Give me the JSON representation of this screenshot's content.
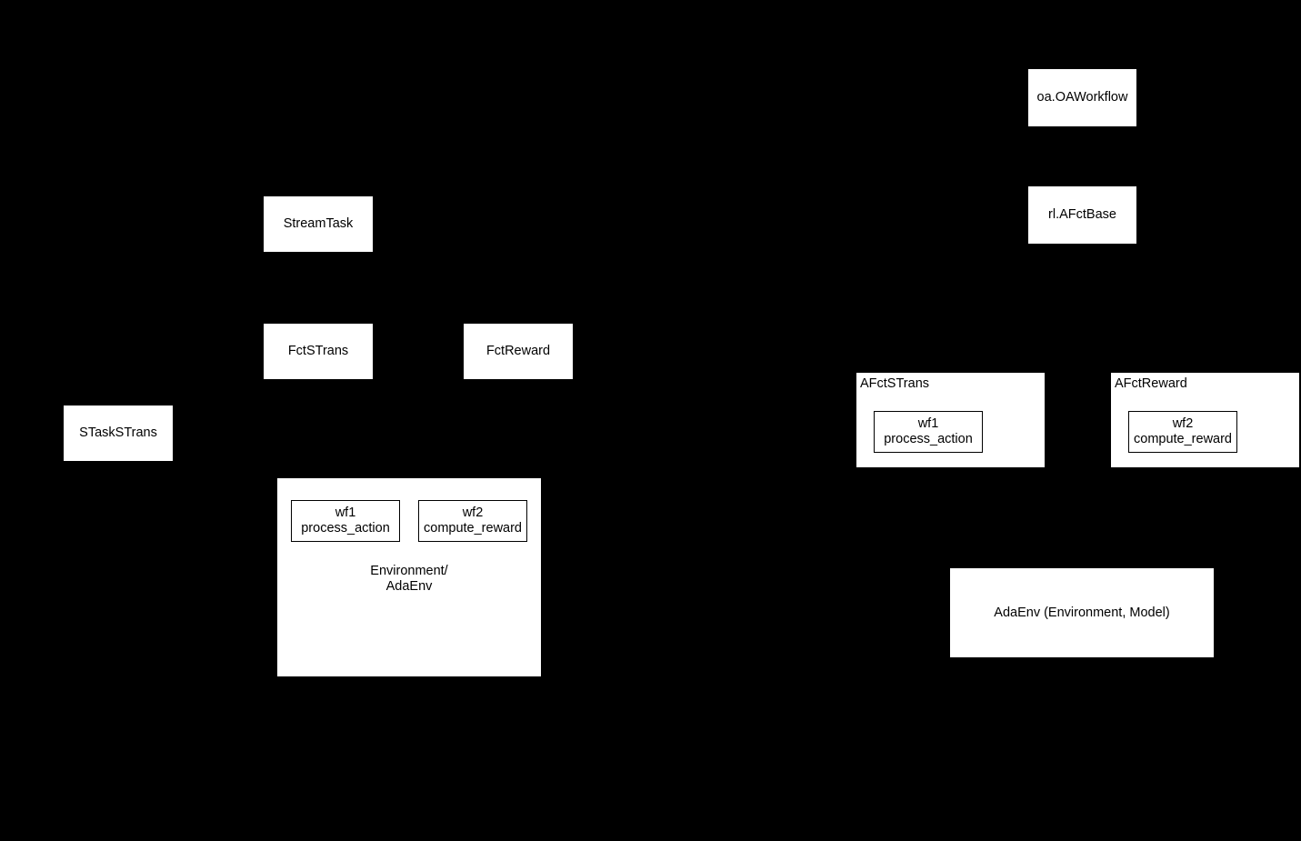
{
  "diagram": {
    "background_color": "#000000",
    "node_fill_color": "#ffffff",
    "node_text_color": "#000000",
    "node_border_color": "#000000"
  },
  "nodes": {
    "oa_workflow": {
      "label": "oa.OAWorkflow"
    },
    "rl_afctbase": {
      "label": "rl.AFctBase"
    },
    "stream_task": {
      "label": "StreamTask"
    },
    "fct_strans": {
      "label": "FctSTrans"
    },
    "fct_reward": {
      "label": "FctReward"
    },
    "stask_strans": {
      "label": "STaskSTrans"
    },
    "environment_adaenv": {
      "label": "Environment/\nAdaEnv",
      "children": [
        {
          "label": "wf1\nprocess_action"
        },
        {
          "label": "wf2\ncompute_reward"
        }
      ]
    },
    "afct_strans": {
      "label": "AFctSTrans",
      "children": [
        {
          "label": "wf1\nprocess_action"
        }
      ]
    },
    "afct_reward": {
      "label": "AFctReward",
      "children": [
        {
          "label": "wf2\ncompute_reward"
        }
      ]
    },
    "adaenv_model": {
      "label": "AdaEnv (Environment, Model)"
    }
  }
}
